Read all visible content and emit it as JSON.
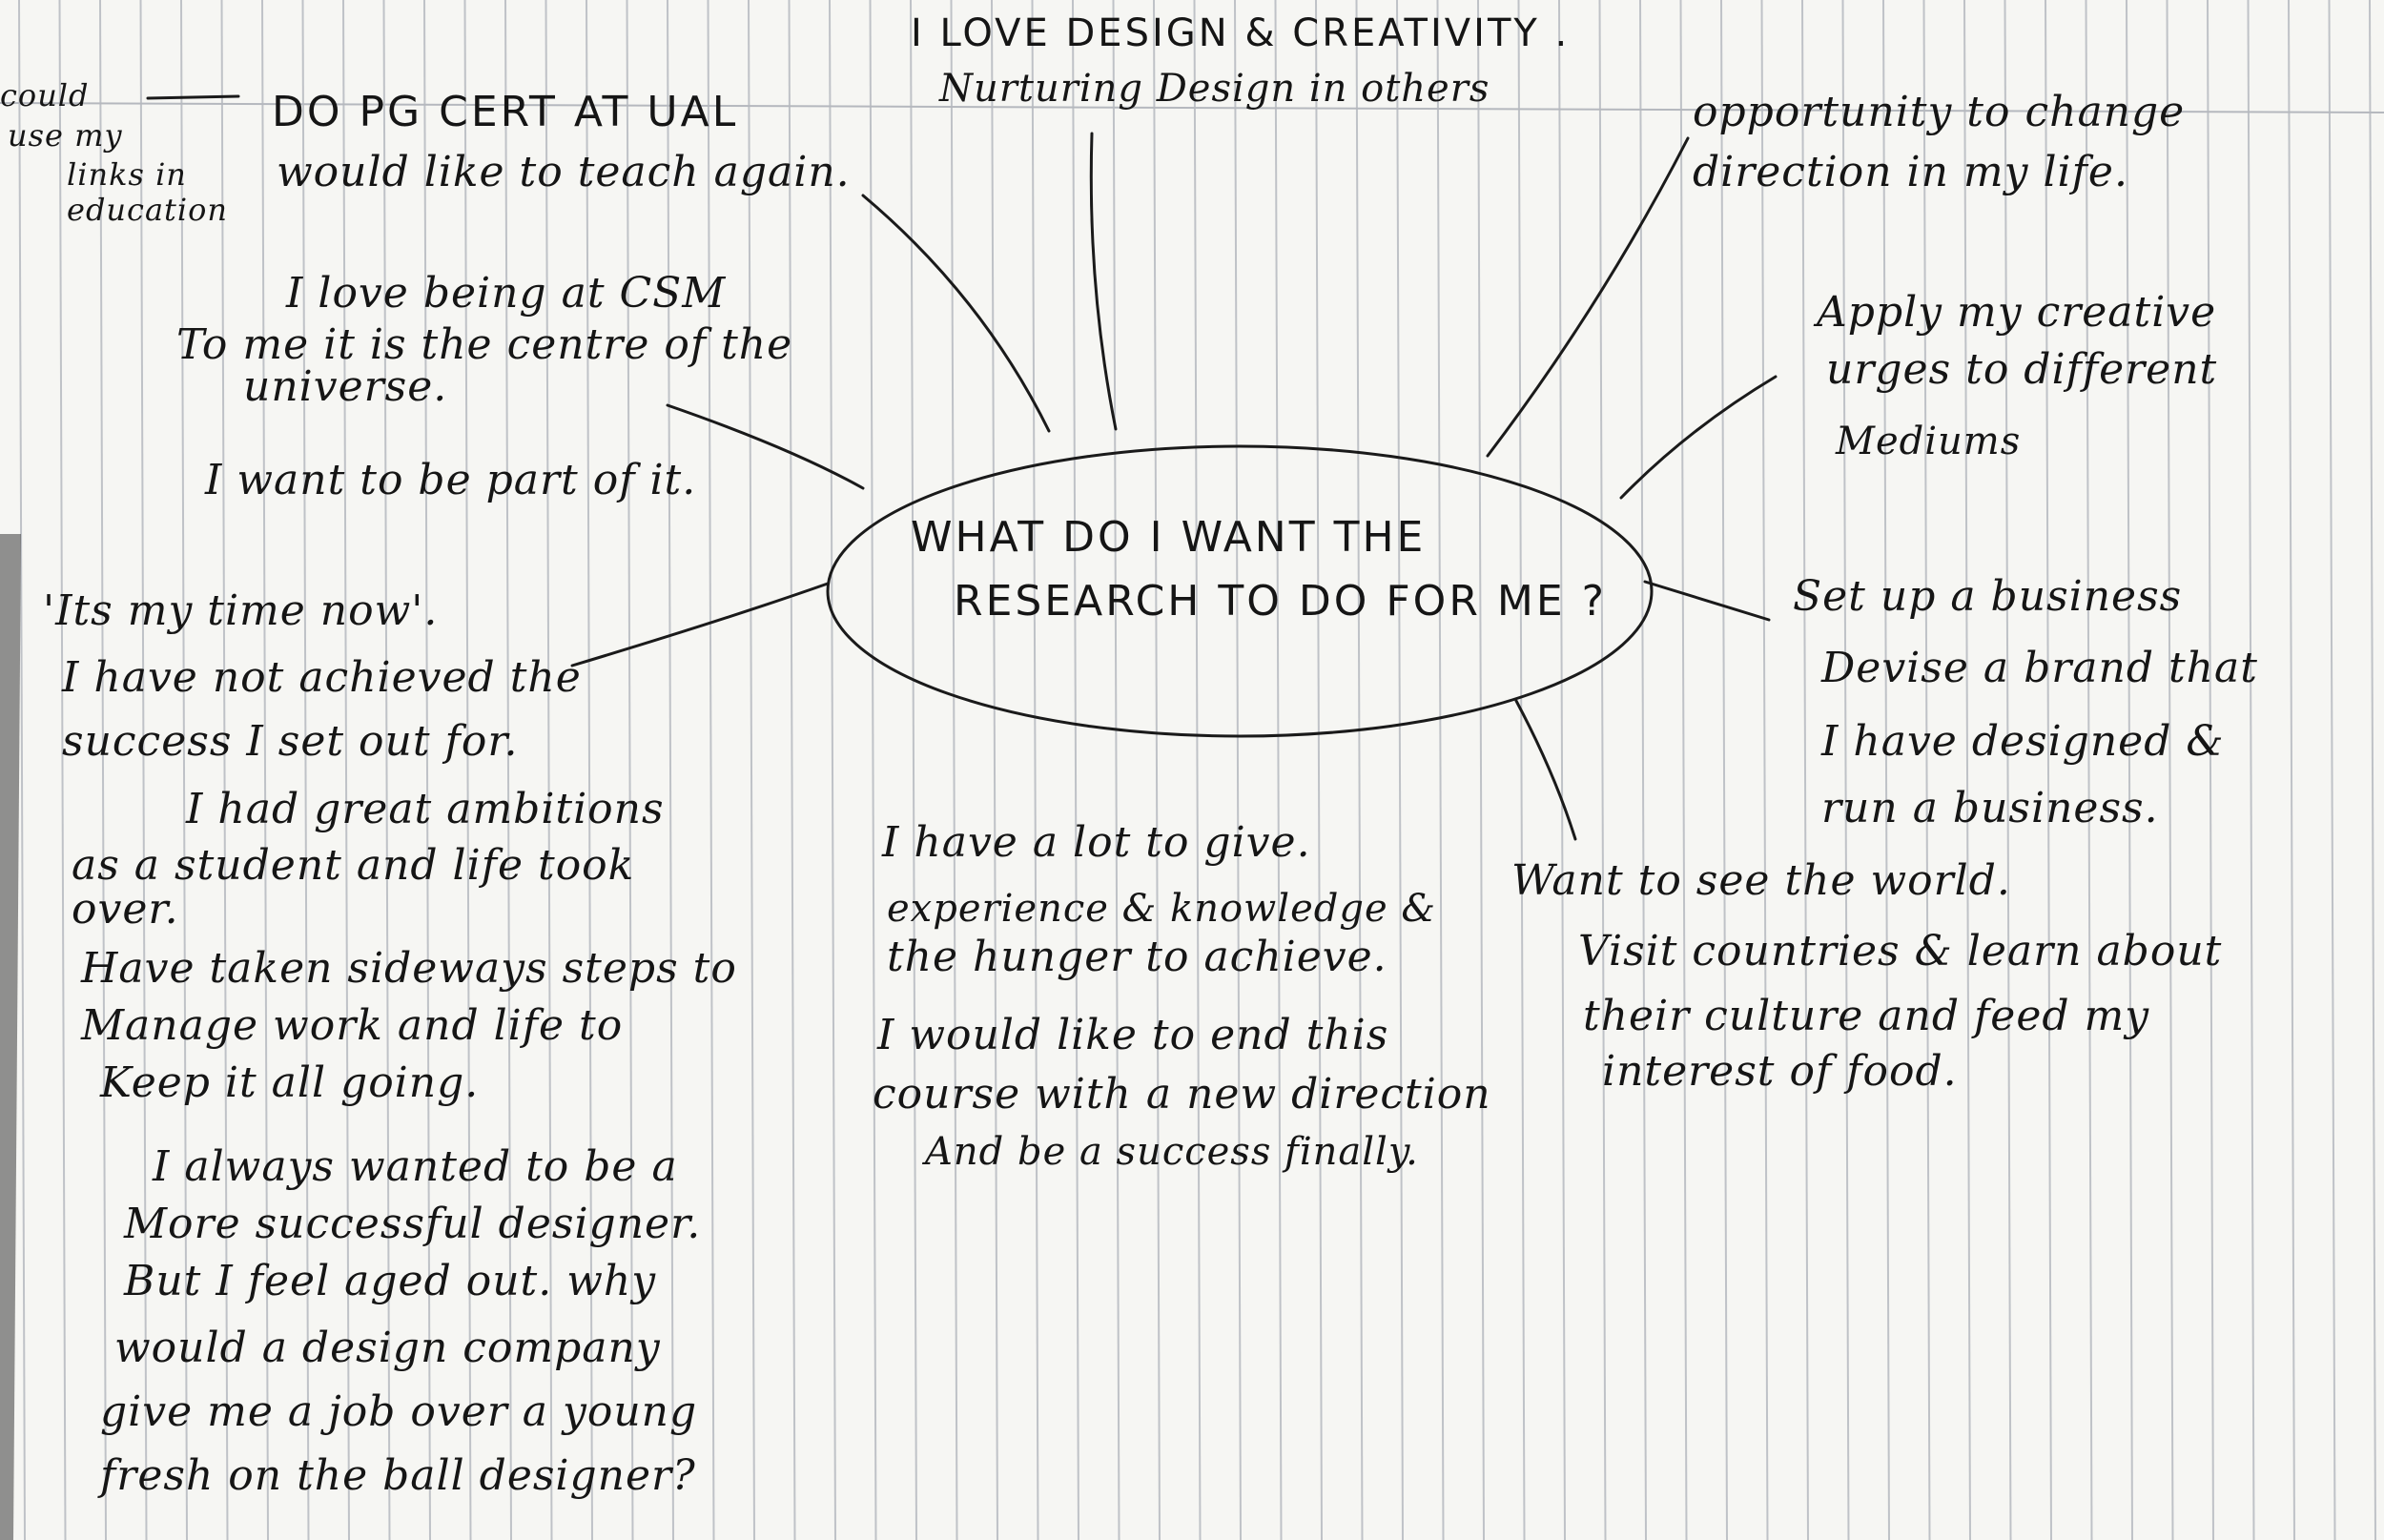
{
  "center_bubble": {
    "line1": "WHAT DO I WANT THE",
    "line2": "RESEARCH TO DO FOR ME ?"
  },
  "top": {
    "line1": "I LOVE DESIGN & CREATIVITY .",
    "line2": "Nurturing Design in others"
  },
  "margin_note": {
    "line1": "could",
    "line2": "use my",
    "line3": "links in",
    "line4": "education"
  },
  "teach": {
    "line1": "DO PG CERT AT UAL",
    "line2": "would like to teach again."
  },
  "csm": {
    "line1": "I love being at CSM",
    "line2": "To me it is the centre of the",
    "line3": "universe.",
    "line4": "I want to be part of it."
  },
  "my_time": {
    "line1": "'Its my time now'.",
    "line2": "I have not achieved the",
    "line3": "success I set out for.",
    "line4": "I had great ambitions",
    "line5": "as a student and life took",
    "line6": "over.",
    "line7": "Have taken sideways steps to",
    "line8": "Manage work and life to",
    "line9": "Keep it all going.",
    "line10": "I always wanted to be a",
    "line11": "More successful designer.",
    "line12": "But I feel aged out. why",
    "line13": "would a design company",
    "line14": "give me a job over a young",
    "line15": "fresh on the ball designer?"
  },
  "give": {
    "line1": "I have a lot to give.",
    "line2": "experience & knowledge &",
    "line3": "the hunger to achieve.",
    "line4": "I would like to end this",
    "line5": "course with a new direction",
    "line6": "And be a success finally."
  },
  "direction": {
    "line1": "opportunity to change",
    "line2": "direction in my life."
  },
  "apply": {
    "line1": "Apply my creative",
    "line2": "urges to different",
    "line3": "Mediums"
  },
  "business": {
    "line1": "Set up a business",
    "line2": "Devise a brand that",
    "line3": "I have designed &",
    "line4": "run a business."
  },
  "world": {
    "line1": "Want to see the world.",
    "line2": "Visit countries & learn about",
    "line3": "their culture and feed my",
    "line4": "interest of food."
  },
  "colors": {
    "paper": "#f6f6f3",
    "rule_lines": "#b9bcc2",
    "ink": "#151515"
  }
}
